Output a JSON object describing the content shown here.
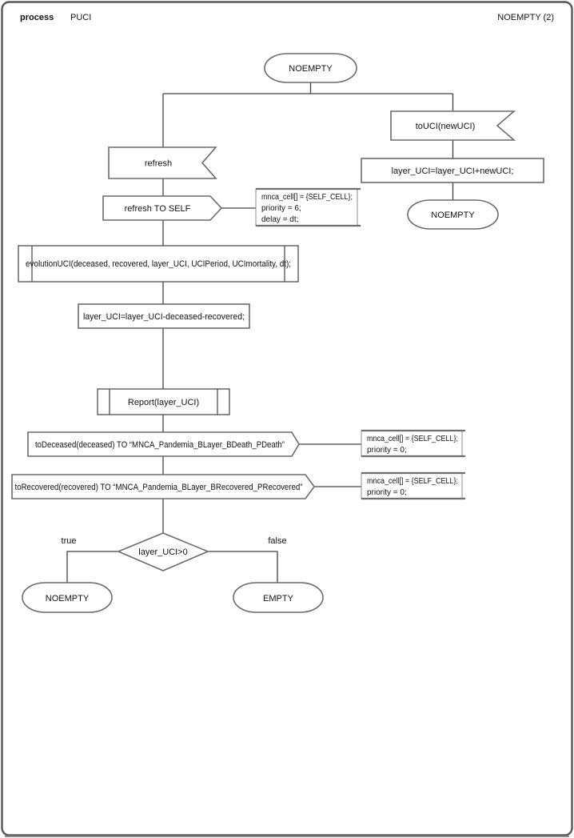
{
  "header": {
    "kind": "process",
    "process_name": "PUCI",
    "sheet_label": "NOEMPTY (2)"
  },
  "states": {
    "top": "NOEMPTY",
    "after_newUCI": "NOEMPTY",
    "true_branch": "NOEMPTY",
    "false_branch": "EMPTY"
  },
  "inputs": {
    "toUCI": "toUCI(newUCI)",
    "refresh": "refresh"
  },
  "outputs": {
    "refresh_to_self": "refresh TO SELF",
    "to_deceased": "toDeceased(deceased) TO “MNCA_Pandemia_BLayer_BDeath_PDeath”",
    "to_recovered": "toRecovered(recovered) TO “MNCA_Pandemia_BLayer_BRecovered_PRecovered”"
  },
  "tasks": {
    "add_newUCI": "layer_UCI=layer_UCI+newUCI;",
    "update_layer": "layer_UCI=layer_UCI-deceased-recovered;"
  },
  "procedures": {
    "evolution": "evolutionUCI(deceased, recovered, layer_UCI, UCIPeriod, UCImortality, dt);",
    "report": "Report(layer_UCI)"
  },
  "decision": {
    "condition": "layer_UCI>0",
    "true_label": "true",
    "false_label": "false"
  },
  "annotations": {
    "refresh_self": {
      "lines": [
        "mnca_cell[] = {SELF_CELL};",
        "priority = 6;",
        "delay = dt;"
      ]
    },
    "deceased": {
      "lines": [
        "mnca_cell[] = {SELF_CELL};",
        "priority = 0;"
      ]
    },
    "recovered": {
      "lines": [
        "mnca_cell[] = {SELF_CELL};",
        "priority = 0;"
      ]
    }
  },
  "colors": {
    "shape_stroke": "#6a6a6a",
    "connector_stroke": "#404040",
    "text": "#111111",
    "frame": "#575757",
    "background": "#ffffff"
  }
}
